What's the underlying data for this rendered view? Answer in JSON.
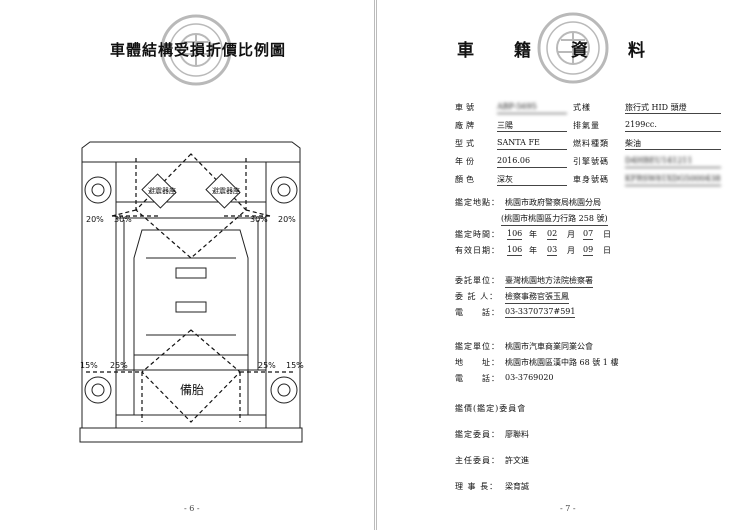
{
  "left_page": {
    "title": "車體結構受損折價比例圖",
    "diagram": {
      "pct_20_left": "20%",
      "pct_30_left": "30%",
      "pct_30_right": "30%",
      "pct_20_right": "20%",
      "pct_15_left": "15%",
      "pct_25_left": "25%",
      "pct_25_right": "25%",
      "pct_15_right": "15%",
      "left_sign": "避震器座",
      "right_sign": "避震器座",
      "tire_label": "備胎"
    },
    "page_number": "- 6 -"
  },
  "right_page": {
    "title": "車籍資料",
    "vehicle": [
      {
        "label": "車號",
        "value": "ABP-5695",
        "label2": "式樣",
        "value2": "旅行式 HID 頭燈"
      },
      {
        "label": "廠牌",
        "value": "三陽",
        "label2": "排氣量",
        "value2": "2199cc."
      },
      {
        "label": "型式",
        "value": "SANTA FE",
        "label2": "燃料種類",
        "value2": "柴油"
      },
      {
        "label": "年份",
        "value": "2016.06",
        "label2": "引擎號碼",
        "value2": "D4HBEU141211"
      },
      {
        "label": "顏色",
        "value": "深灰",
        "label2": "車身號碼",
        "value2": "KFRSW81XDG5000438"
      }
    ],
    "appraisal": {
      "location_label": "鑑定地點：",
      "location_line1": "桃園市政府警察局桃園分局",
      "location_line2": "(桃園市桃園區力行路 258 號)",
      "time_label": "鑑定時間：",
      "time_year": "106",
      "time_month": "02",
      "time_day": "07",
      "valid_label": "有效日期：",
      "valid_year": "106",
      "valid_month": "03",
      "valid_day": "09",
      "unit_year": "年",
      "unit_month": "月",
      "unit_day": "日"
    },
    "client": {
      "unit_label": "委託單位：",
      "unit_value": "臺灣桃園地方法院檢察署",
      "person_label": "委 託 人：",
      "person_value": "檢察事務官張玉鳳",
      "phone_label": "電　　話：",
      "phone_value": "03-3370737#591"
    },
    "appraiser": {
      "unit_label": "鑑定單位：",
      "unit_value": "桃園市汽車商業同業公會",
      "addr_label": "地　　址：",
      "addr_value": "桃園市桃園區漢中路 68 號 1 樓",
      "phone_label": "電　　話：",
      "phone_value": "03-3769020"
    },
    "committee": {
      "heading": "鑑價(鑑定)委員會",
      "member_label": "鑑定委員：",
      "member_value": "廖聯料",
      "director_label": "主任委員：",
      "director_value": "許文進",
      "chairman_label": "理 事 長：",
      "chairman_value": "梁育誠"
    },
    "page_number": "- 7 -"
  }
}
